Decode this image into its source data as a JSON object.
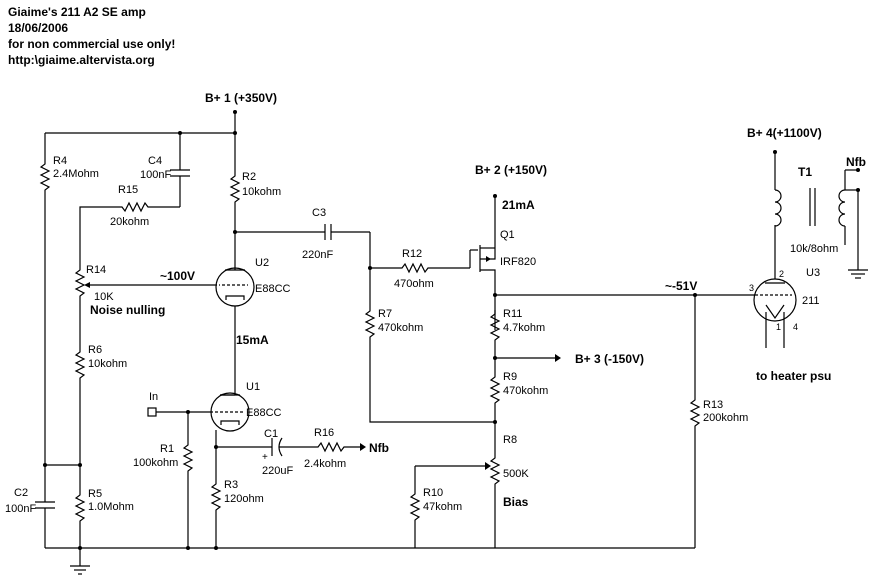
{
  "header": {
    "line1": "Giaime's 211 A2 SE amp",
    "line2": "18/06/2006",
    "line3": "for non commercial use only!",
    "line4": "http:\\giaime.altervista.org"
  },
  "rails": {
    "b1": "B+ 1 (+350V)",
    "b2": "B+ 2 (+150V)",
    "b3": "B+ 3 (-150V)",
    "b4": "B+ 4(+1100V)"
  },
  "components": {
    "r1": {
      "ref": "R1",
      "value": "100kohm"
    },
    "r2": {
      "ref": "R2",
      "value": "10kohm"
    },
    "r3": {
      "ref": "R3",
      "value": "120ohm"
    },
    "r4": {
      "ref": "R4",
      "value": "2.4Mohm"
    },
    "r5": {
      "ref": "R5",
      "value": "1.0Mohm"
    },
    "r6": {
      "ref": "R6",
      "value": "10kohm"
    },
    "r7": {
      "ref": "R7",
      "value": "470kohm"
    },
    "r8": {
      "ref": "R8",
      "value": "500K"
    },
    "r9": {
      "ref": "R9",
      "value": "470kohm"
    },
    "r10": {
      "ref": "R10",
      "value": "47kohm"
    },
    "r11": {
      "ref": "R11",
      "value": "4.7kohm"
    },
    "r12": {
      "ref": "R12",
      "value": "470ohm"
    },
    "r13": {
      "ref": "R13",
      "value": "200kohm"
    },
    "r14": {
      "ref": "R14",
      "value": "10K"
    },
    "r15": {
      "ref": "R15",
      "value": "20kohm"
    },
    "r16": {
      "ref": "R16",
      "value": "2.4kohm"
    },
    "c1": {
      "ref": "C1",
      "value": "220uF"
    },
    "c2": {
      "ref": "C2",
      "value": "100nF"
    },
    "c3": {
      "ref": "C3",
      "value": "220nF"
    },
    "c4": {
      "ref": "C4",
      "value": "100nF"
    },
    "u1": {
      "ref": "U1",
      "value": "E88CC"
    },
    "u2": {
      "ref": "U2",
      "value": "E88CC"
    },
    "u3": {
      "ref": "U3",
      "value": "211"
    },
    "q1": {
      "ref": "Q1",
      "value": "IRF820"
    },
    "t1": {
      "ref": "T1",
      "value": "10k/8ohm"
    }
  },
  "annotations": {
    "v100": "~100V",
    "noise": "Noise nulling",
    "ma15": "15mA",
    "ma21": "21mA",
    "v51": "~-51V",
    "bias": "Bias",
    "in": "In",
    "nfb_in": "Nfb",
    "nfb_out": "Nfb",
    "heater": "to heater psu",
    "pin2": "2",
    "pin3": "3",
    "pin1": "1",
    "pin4": "4"
  }
}
